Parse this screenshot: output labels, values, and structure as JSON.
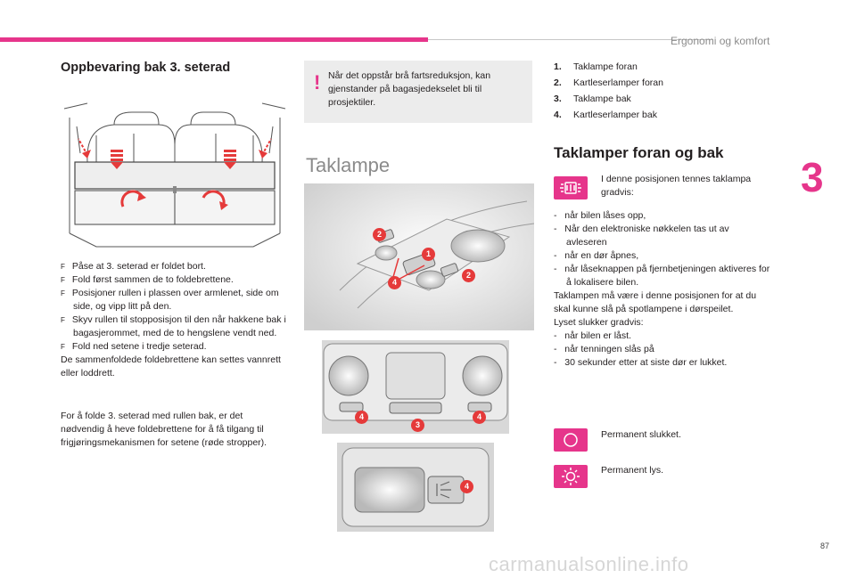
{
  "header": {
    "title": "Ergonomi og komfort",
    "chapter": "3",
    "page_number": "87"
  },
  "left": {
    "heading": "Oppbevaring bak 3. seterad",
    "bullets": [
      "Påse at 3. seterad er foldet bort.",
      "Fold først sammen de to foldebrettene.",
      "Posisjoner rullen i plassen over armlenet, side om side, og vipp litt på den.",
      "Skyv rullen til stopposisjon til den når hakkene bak i bagasjerommet, med de to hengslene vendt ned.",
      "Fold ned setene i tredje seterad."
    ],
    "bullet_symbol": "F",
    "para1": "De sammenfoldede foldebrettene kan settes vannrett eller loddrett.",
    "para2": "For å folde 3. seterad med rullen bak, er det nødvendig å heve foldebrettene for å få tilgang til frigjøringsmekanismen for setene (røde stropper)."
  },
  "middle": {
    "warning_mark": "!",
    "warning": "Når det oppstår brå fartsreduksjon, kan gjenstander på bagasjedekselet bli til prosjektiler.",
    "heading": "Taklampe",
    "badges_fig1": [
      "2",
      "1",
      "4",
      "2"
    ],
    "badges_fig2": [
      "4",
      "3",
      "4"
    ],
    "badges_fig3": [
      "4"
    ]
  },
  "right": {
    "numbered": [
      {
        "n": "1.",
        "t": "Taklampe foran"
      },
      {
        "n": "2.",
        "t": "Kartleserlamper foran"
      },
      {
        "n": "3.",
        "t": "Taklampe bak"
      },
      {
        "n": "4.",
        "t": "Kartleserlamper bak"
      }
    ],
    "heading": "Taklamper foran og bak",
    "icon1_text": "I denne posisjonen tennes taklampa gradvis:",
    "dash1": [
      "når bilen låses opp,",
      "Når den elektroniske nøkkelen tas ut av avleseren",
      "når en dør åpnes,",
      "når låseknappen på fjernbetjeningen aktiveres for å lokalisere bilen."
    ],
    "para1": "Taklampen må være i denne posisjonen for at du skal kunne slå på spotlampene i dørspeilet.",
    "para2": "Lyset slukker gradvis:",
    "dash2": [
      "når bilen er låst.",
      "når tenningen slås på",
      "30 sekunder etter at siste dør er lukket."
    ],
    "icon2_text": "Permanent slukket.",
    "icon3_text": "Permanent lys."
  },
  "watermark": "carmanualsonline.info",
  "colors": {
    "accent": "#e6358b",
    "badge": "#e53a3a"
  }
}
